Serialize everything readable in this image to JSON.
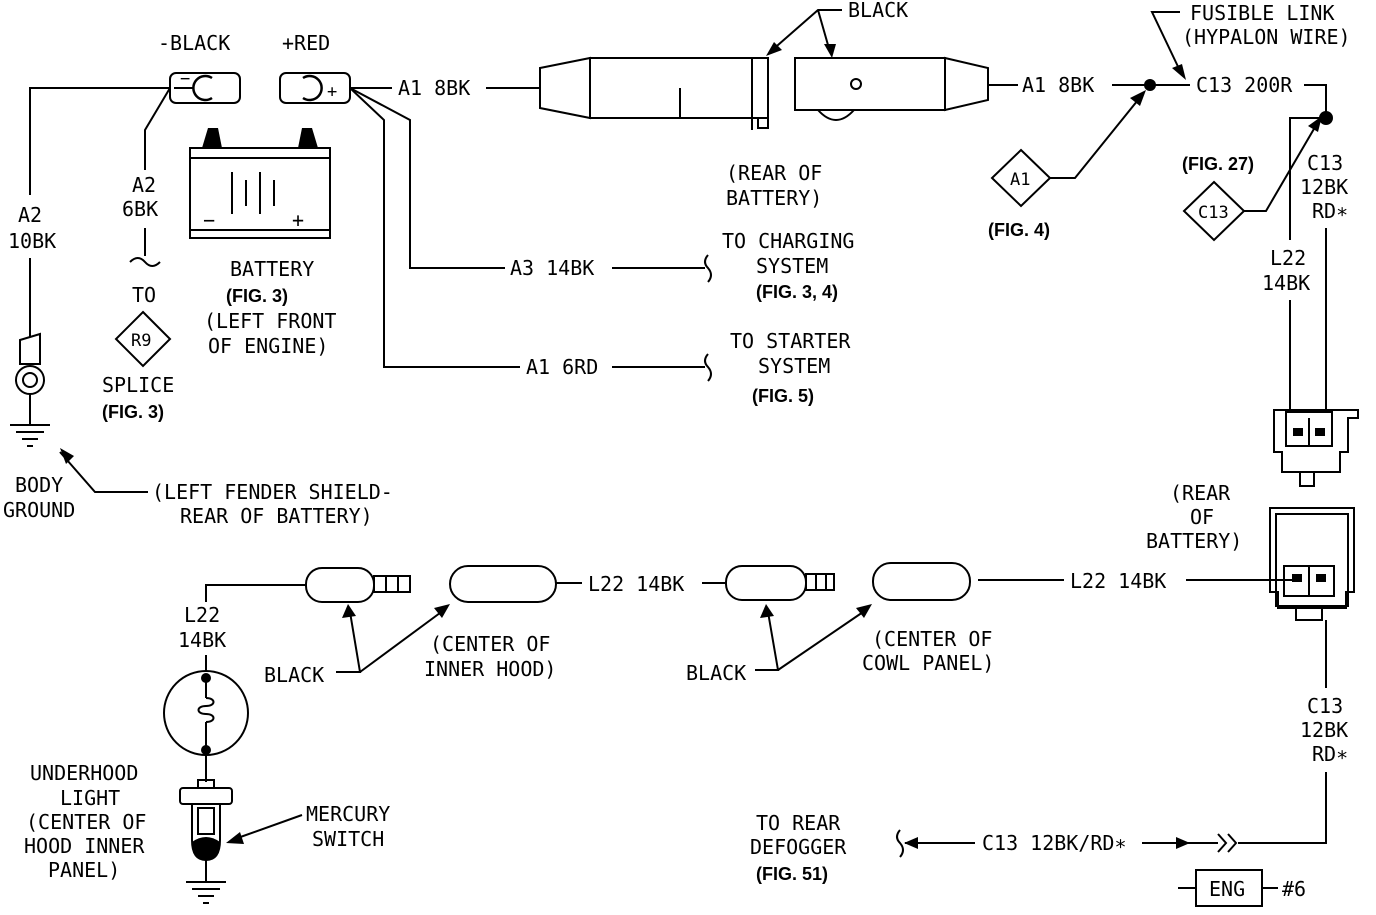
{
  "battery": {
    "neg_label": "-BLACK",
    "pos_label": "+RED",
    "name": "BATTERY",
    "fig": "(FIG. 3)",
    "loc1": "(LEFT FRONT",
    "loc2": "OF ENGINE)",
    "minus": "−",
    "plus": "+",
    "term_minus": "−",
    "term_plus": "+"
  },
  "ground_wire": {
    "l1": "A2",
    "l2": "10BK"
  },
  "splice_wire": {
    "l1": "A2",
    "l2": "6BK",
    "to": "TO",
    "splice_id": "R9",
    "splice_label": "SPLICE",
    "fig": "(FIG. 3)"
  },
  "body_ground": {
    "l1": "BODY",
    "l2": "GROUND",
    "loc1": "(LEFT FENDER SHIELD-",
    "loc2": "REAR OF BATTERY)"
  },
  "top_connector": {
    "wire_left": "A1 8BK",
    "wire_right": "A1 8BK",
    "color": "BLACK",
    "loc1": "(REAR OF",
    "loc2": "BATTERY)"
  },
  "splice_a1": {
    "id": "A1",
    "fig": "(FIG. 4)"
  },
  "fusible_link": {
    "l1": "FUSIBLE LINK",
    "l2": "(HYPALON WIRE)",
    "wire": "C13 200R"
  },
  "splice_c13": {
    "id": "C13",
    "fig": "(FIG. 27)"
  },
  "c13_upper": {
    "l1": "C13",
    "l2": "12BK",
    "l3": "RD∗"
  },
  "l22_right": {
    "l1": "L22",
    "l2": "14BK"
  },
  "charging": {
    "wire": "A3 14BK",
    "l1": "TO CHARGING",
    "l2": "SYSTEM",
    "fig": "(FIG. 3, 4)"
  },
  "starter": {
    "wire": "A1 6RD",
    "l1": "TO STARTER",
    "l2": "SYSTEM",
    "fig": "(FIG. 5)"
  },
  "rear_battery": {
    "l1": "(REAR",
    "l2": "OF",
    "l3": "BATTERY)"
  },
  "hood_chain": {
    "l22_left_1": "L22",
    "l22_left_2": "14BK",
    "black_1": "BLACK",
    "hood_loc1": "(CENTER OF",
    "hood_loc2": "INNER HOOD)",
    "wire_mid": "L22 14BK",
    "black_2": "BLACK",
    "cowl_loc1": "(CENTER OF",
    "cowl_loc2": "COWL PANEL)",
    "wire_right": "L22 14BK"
  },
  "underhood": {
    "l1": "UNDERHOOD",
    "l2": "LIGHT",
    "l3": "(CENTER OF",
    "l4": "HOOD INNER",
    "l5": "PANEL)"
  },
  "mercury": {
    "l1": "MERCURY",
    "l2": "SWITCH"
  },
  "c13_lower": {
    "l1": "C13",
    "l2": "12BK",
    "l3": "RD∗"
  },
  "defogger": {
    "l1": "TO REAR",
    "l2": "DEFOGGER",
    "fig": "(FIG. 51)",
    "wire": "C13 12BK/RD∗"
  },
  "footer": {
    "eng": "ENG",
    "num": "#6"
  }
}
